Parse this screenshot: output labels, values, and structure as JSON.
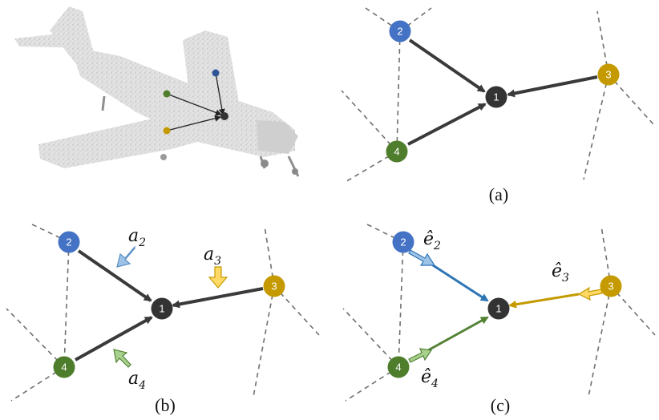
{
  "colors": {
    "node_1": "#333333",
    "node_2": "#4472c4",
    "node_3": "#c49a00",
    "node_4": "#4e7e2c",
    "edge_dark": "#3a3a3a",
    "edge_blue": "#2e75b6",
    "edge_gold": "#c49a00",
    "edge_green": "#548235",
    "attn_blue_fill": "#9dc3e6",
    "attn_gold_fill": "#ffd966",
    "attn_green_fill": "#a9d18e"
  },
  "panel_a": {
    "caption": "(a)",
    "nodes": [
      "1",
      "2",
      "3",
      "4"
    ]
  },
  "panel_b": {
    "caption": "(b)",
    "nodes": [
      "1",
      "2",
      "3",
      "4"
    ],
    "labels": {
      "a2": {
        "base": "a",
        "sub": "2"
      },
      "a3": {
        "base": "a",
        "sub": "3"
      },
      "a4": {
        "base": "a",
        "sub": "4"
      }
    }
  },
  "panel_c": {
    "caption": "(c)",
    "nodes": [
      "1",
      "2",
      "3",
      "4"
    ],
    "labels": {
      "e2": {
        "base": "ê",
        "sub": "2"
      },
      "e3": {
        "base": "ê",
        "sub": "3"
      },
      "e4": {
        "base": "ê",
        "sub": "4"
      }
    }
  },
  "airplane": {
    "icon": "point-cloud-airplane-icon"
  }
}
